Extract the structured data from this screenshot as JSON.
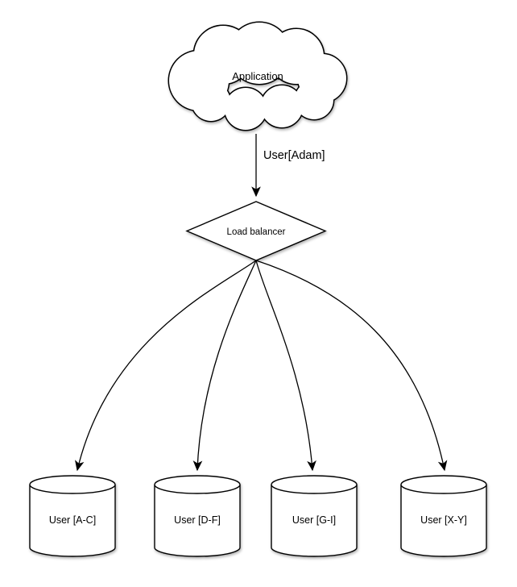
{
  "diagram": {
    "title": "application-sharding-load-balancer-diagram",
    "nodes": {
      "application": {
        "shape": "cloud",
        "label": "Application"
      },
      "load_balancer": {
        "shape": "diamond",
        "label": "Load balancer"
      },
      "databases": [
        {
          "shape": "cylinder",
          "label": "User [A-C]"
        },
        {
          "shape": "cylinder",
          "label": "User [D-F]"
        },
        {
          "shape": "cylinder",
          "label": "User [G-I]"
        },
        {
          "shape": "cylinder",
          "label": "User [X-Y]"
        }
      ]
    },
    "edges": {
      "app_to_balancer": {
        "label": "User[Adam]"
      }
    },
    "colors": {
      "stroke": "#000000",
      "fill": "#ffffff",
      "background": "#ffffff"
    }
  }
}
